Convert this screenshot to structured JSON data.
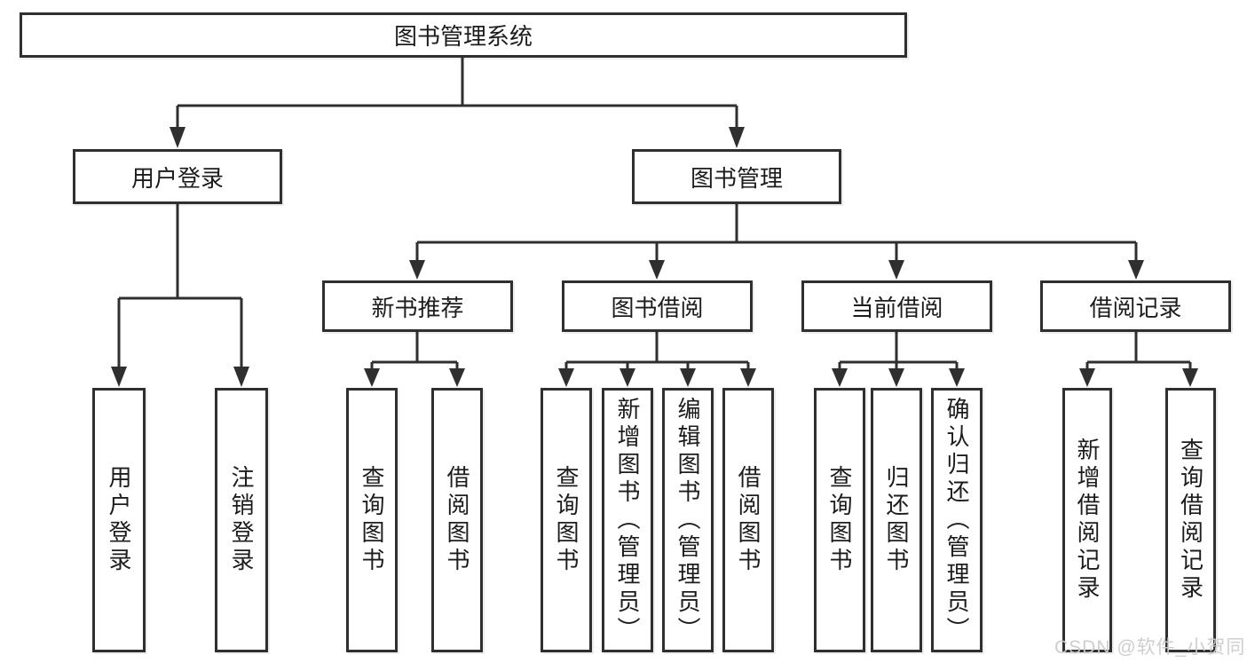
{
  "tree": {
    "root": {
      "label": "图书管理系统",
      "children": [
        {
          "label": "用户登录",
          "children": [
            {
              "label": "用户登录"
            },
            {
              "label": "注销登录"
            }
          ]
        },
        {
          "label": "图书管理",
          "children": [
            {
              "label": "新书推荐",
              "children": [
                {
                  "label": "查询图书"
                },
                {
                  "label": "借阅图书"
                }
              ]
            },
            {
              "label": "图书借阅",
              "children": [
                {
                  "label": "查询图书"
                },
                {
                  "label": "新增图书（管理员）"
                },
                {
                  "label": "编辑图书（管理员）"
                },
                {
                  "label": "借阅图书"
                }
              ]
            },
            {
              "label": "当前借阅",
              "children": [
                {
                  "label": "查询图书"
                },
                {
                  "label": "归还图书"
                },
                {
                  "label": "确认归还（管理员）"
                }
              ]
            },
            {
              "label": "借阅记录",
              "children": [
                {
                  "label": "新增借阅记录"
                },
                {
                  "label": "查询借阅记录"
                }
              ]
            }
          ]
        }
      ]
    }
  },
  "watermark": {
    "text": "CSDN @软件_小贺同学"
  },
  "colors": {
    "line": "#2f2f2f",
    "box_border": "#2f2f2f",
    "box_fill": "#ffffff",
    "text": "#1c1c1c",
    "watermark": "#cbcbcb",
    "background": "#ffffff"
  }
}
